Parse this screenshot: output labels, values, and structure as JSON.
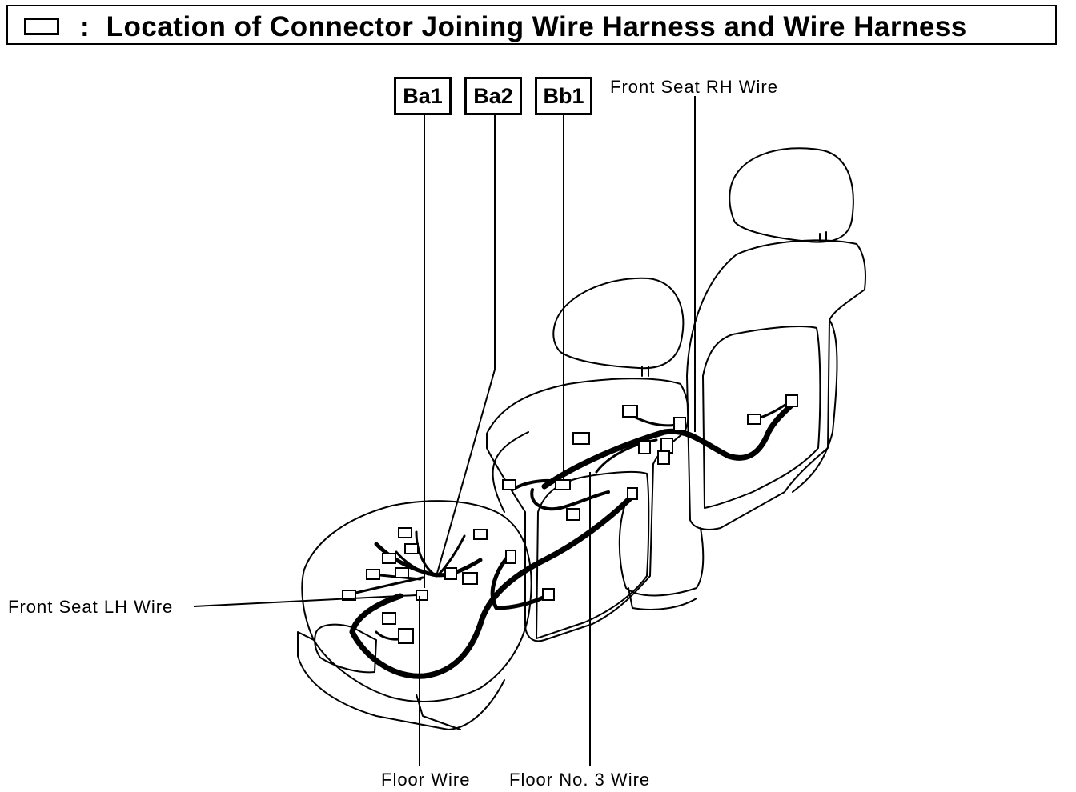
{
  "title": {
    "separator": ":",
    "text": "Location of Connector Joining Wire Harness and Wire Harness"
  },
  "connectors": [
    {
      "code": "Ba1"
    },
    {
      "code": "Ba2"
    },
    {
      "code": "Bb1"
    }
  ],
  "wire_labels": {
    "front_seat_rh": "Front Seat RH Wire",
    "front_seat_lh": "Front Seat LH Wire",
    "floor": "Floor Wire",
    "floor_no3": "Floor No. 3 Wire"
  }
}
